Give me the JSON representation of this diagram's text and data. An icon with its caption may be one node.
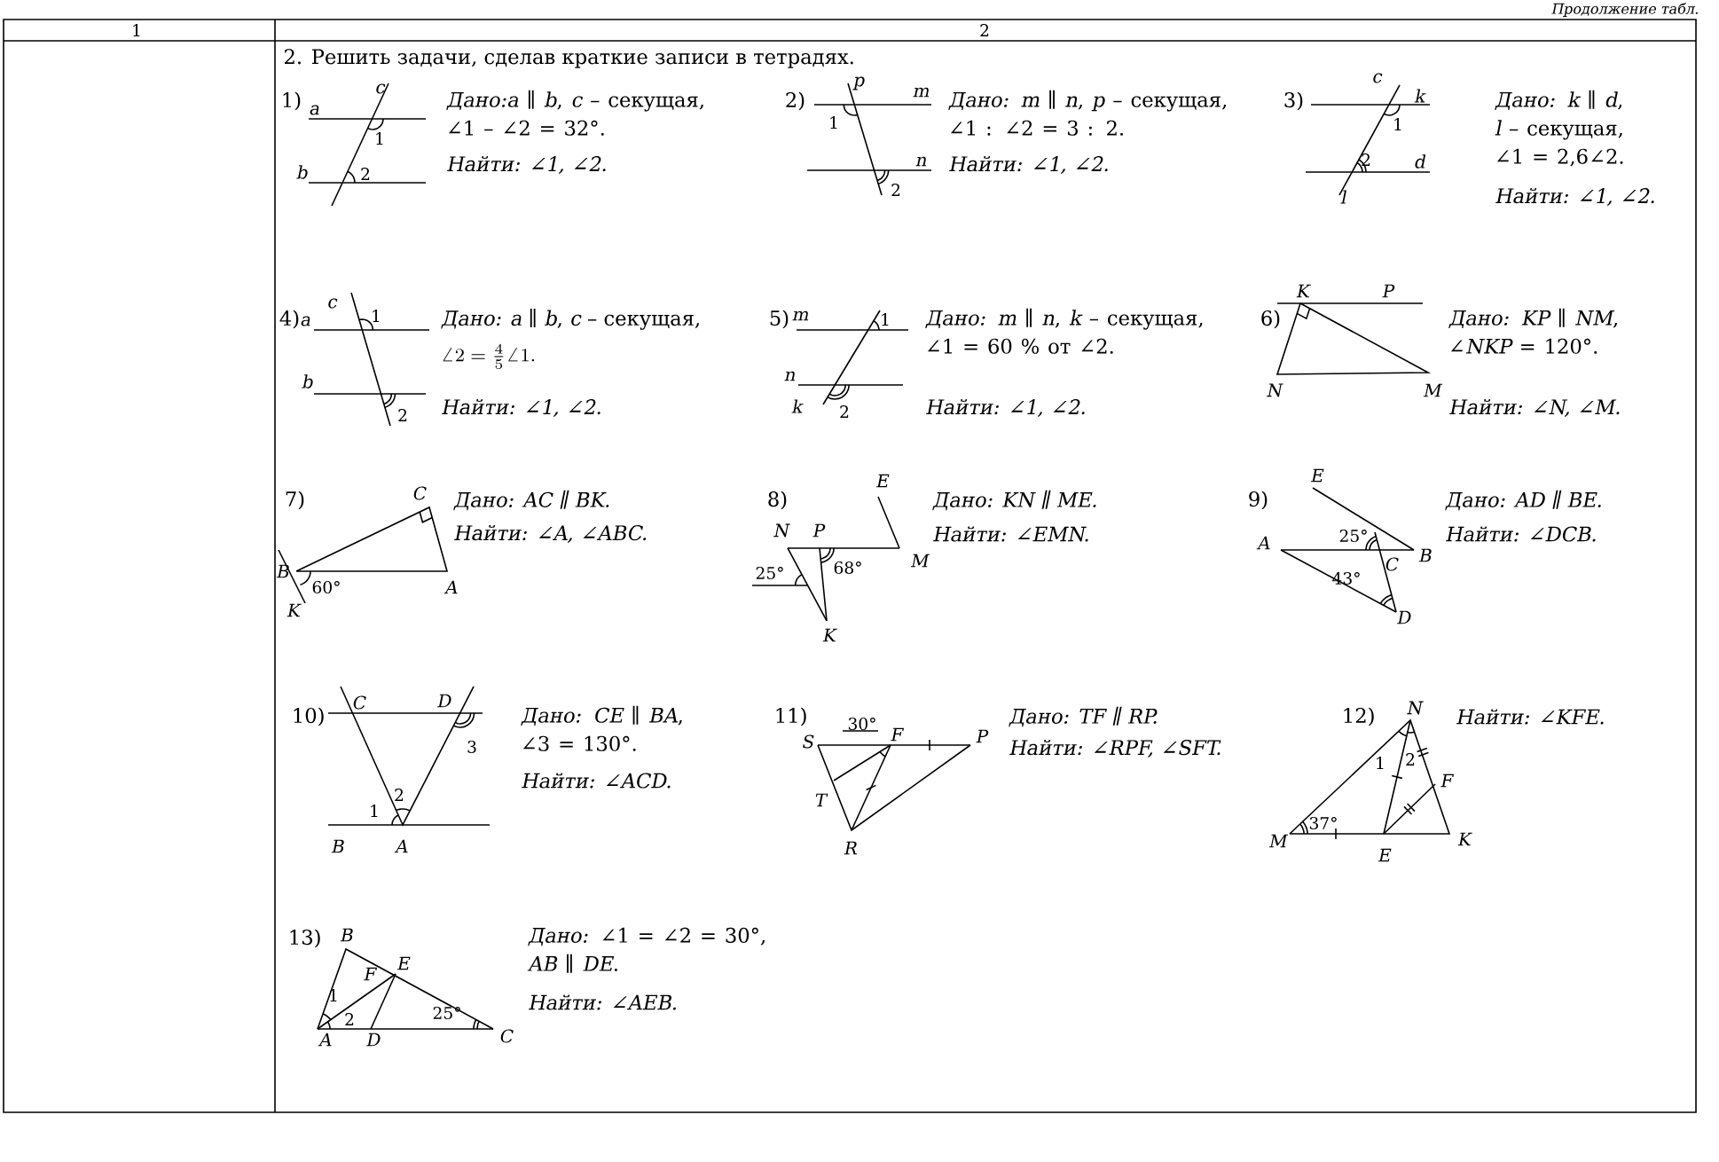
{
  "diagram": {
    "title": "2. Решить задачи, сделав краткие записи в тетрадях.",
    "labels": [
      "Продолжение табл.",
      "1",
      "2",
      "1)",
      "c",
      "a",
      "1",
      "b",
      "2",
      "*Дано:a* ∥ *b*, *c* – секущая, ∠1 – ∠2 = 32°.",
      "Найти: ∠1, ∠2.",
      "2)",
      "p",
      "m",
      "1",
      "n",
      "2",
      "*Дано: m* ∥ *n*, *p* – секущая, ∠1 : ∠2 = 3 : 2.",
      "Найти: ∠1, ∠2.",
      "3)",
      "c",
      "k",
      "1",
      "2",
      "d",
      "l",
      "*Дано: k* ∥ *d*, *l* – секущая, ∠1 = 2,6∠2.",
      "Найти: ∠1, ∠2.",
      "4)",
      "a",
      "c",
      "1",
      "b",
      "2",
      "*Дано: a* ∥ *b*, *c* – секущая,",
      "\\angle 2=\\frac{4}{5}\\angle 1.",
      "Найти: ∠1, ∠2.",
      "5)",
      "m",
      "1",
      "n",
      "k",
      "2",
      "*Дано: m* ∥ *n*, *k* – секущая, ∠1 = 60 % от ∠2.",
      "Найти: ∠1, ∠2.",
      "6)",
      "K",
      "P",
      "N",
      "M",
      "*Дано: KP* ∥ *NM*, ∠*NKP* = 120°.",
      "Найти: ∠N, ∠M.",
      "7)",
      "C",
      "B",
      "60°",
      "K",
      "A",
      "Дано: AC ∥ BK.",
      "Найти: ∠A, ∠ABC.",
      "8)",
      "E",
      "N",
      "P",
      "M",
      "25°",
      "68°",
      "K",
      "Дано: KN ∥ ME.",
      "Найти: ∠EMN.",
      "9)",
      "E",
      "A",
      "25°",
      "B",
      "C",
      "43°",
      "D",
      "Дано: AD ∥ BE.",
      "Найти: ∠DCB.",
      "10)",
      "C",
      "D",
      "3",
      "2",
      "1",
      "B",
      "A",
      "*Дано: CE* ∥ *BA*, ∠3 = 130°.",
      "Найти: ∠ACD.",
      "11)",
      "S",
      "30°",
      "F",
      "P",
      "T",
      "R",
      "Дано: TF ∥ RP.",
      "Найти: ∠RPF, ∠SFT.",
      "12)",
      "N",
      "1",
      "2",
      "F",
      "37°",
      "M",
      "E",
      "K",
      "Найти: ∠KFE.",
      "13)",
      "B",
      "E",
      "F",
      "1",
      "2",
      "25°",
      "A",
      "D",
      "C",
      "*Дано:* ∠1 = ∠2 = 30°, *AB* ∥ *DE*.",
      "Найти: ∠AEB."
    ]
  }
}
